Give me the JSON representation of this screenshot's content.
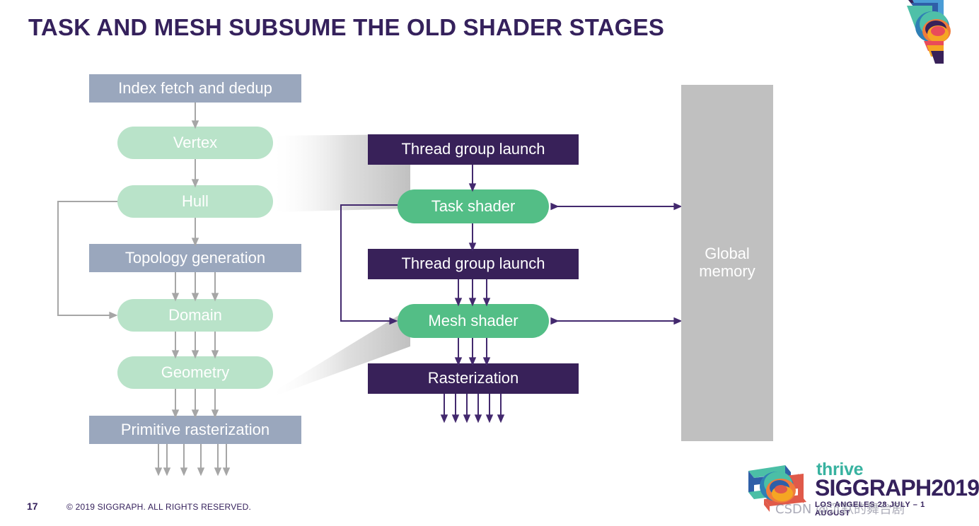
{
  "slide": {
    "title": "TASK AND MESH SUBSUME THE OLD SHADER STAGES",
    "page_number": "17",
    "copyright": "© 2019 SIGGRAPH. ALL RIGHTS RESERVED."
  },
  "colors": {
    "title_purple": "#35215c",
    "gray_blue_box": "#9aa7bd",
    "light_green_box": "#b9e3c9",
    "dark_purple_box": "#382159",
    "green_box": "#53be86",
    "gray_memory_box": "#c0c0c0",
    "gray_arrow": "#a6a6a6",
    "purple_arrow": "#43296e",
    "thrive_teal": "#38b2a0"
  },
  "legacy_pipeline": {
    "name": "Old shader stages pipeline",
    "stages": [
      {
        "label": "Index fetch and dedup",
        "kind": "fixed-function"
      },
      {
        "label": "Vertex",
        "kind": "programmable"
      },
      {
        "label": "Hull",
        "kind": "programmable"
      },
      {
        "label": "Topology generation",
        "kind": "fixed-function"
      },
      {
        "label": "Domain",
        "kind": "programmable"
      },
      {
        "label": "Geometry",
        "kind": "programmable"
      },
      {
        "label": "Primitive rasterization",
        "kind": "fixed-function"
      }
    ]
  },
  "new_pipeline": {
    "name": "Task and mesh shader pipeline",
    "stages": [
      {
        "label": "Thread group launch",
        "kind": "fixed-function"
      },
      {
        "label": "Task shader",
        "kind": "programmable"
      },
      {
        "label": "Thread group launch",
        "kind": "fixed-function"
      },
      {
        "label": "Mesh shader",
        "kind": "programmable"
      },
      {
        "label": "Rasterization",
        "kind": "fixed-function"
      }
    ]
  },
  "memory": {
    "label": "Global\nmemory",
    "line1": "Global",
    "line2": "memory"
  },
  "branding": {
    "thrive": "thrive",
    "siggraph": "SIGGRAPH2019",
    "dates": "LOS ANGELES 28 JULY – 1 AUGUST",
    "watermark": "CSDN @沉默的舞台剧"
  }
}
